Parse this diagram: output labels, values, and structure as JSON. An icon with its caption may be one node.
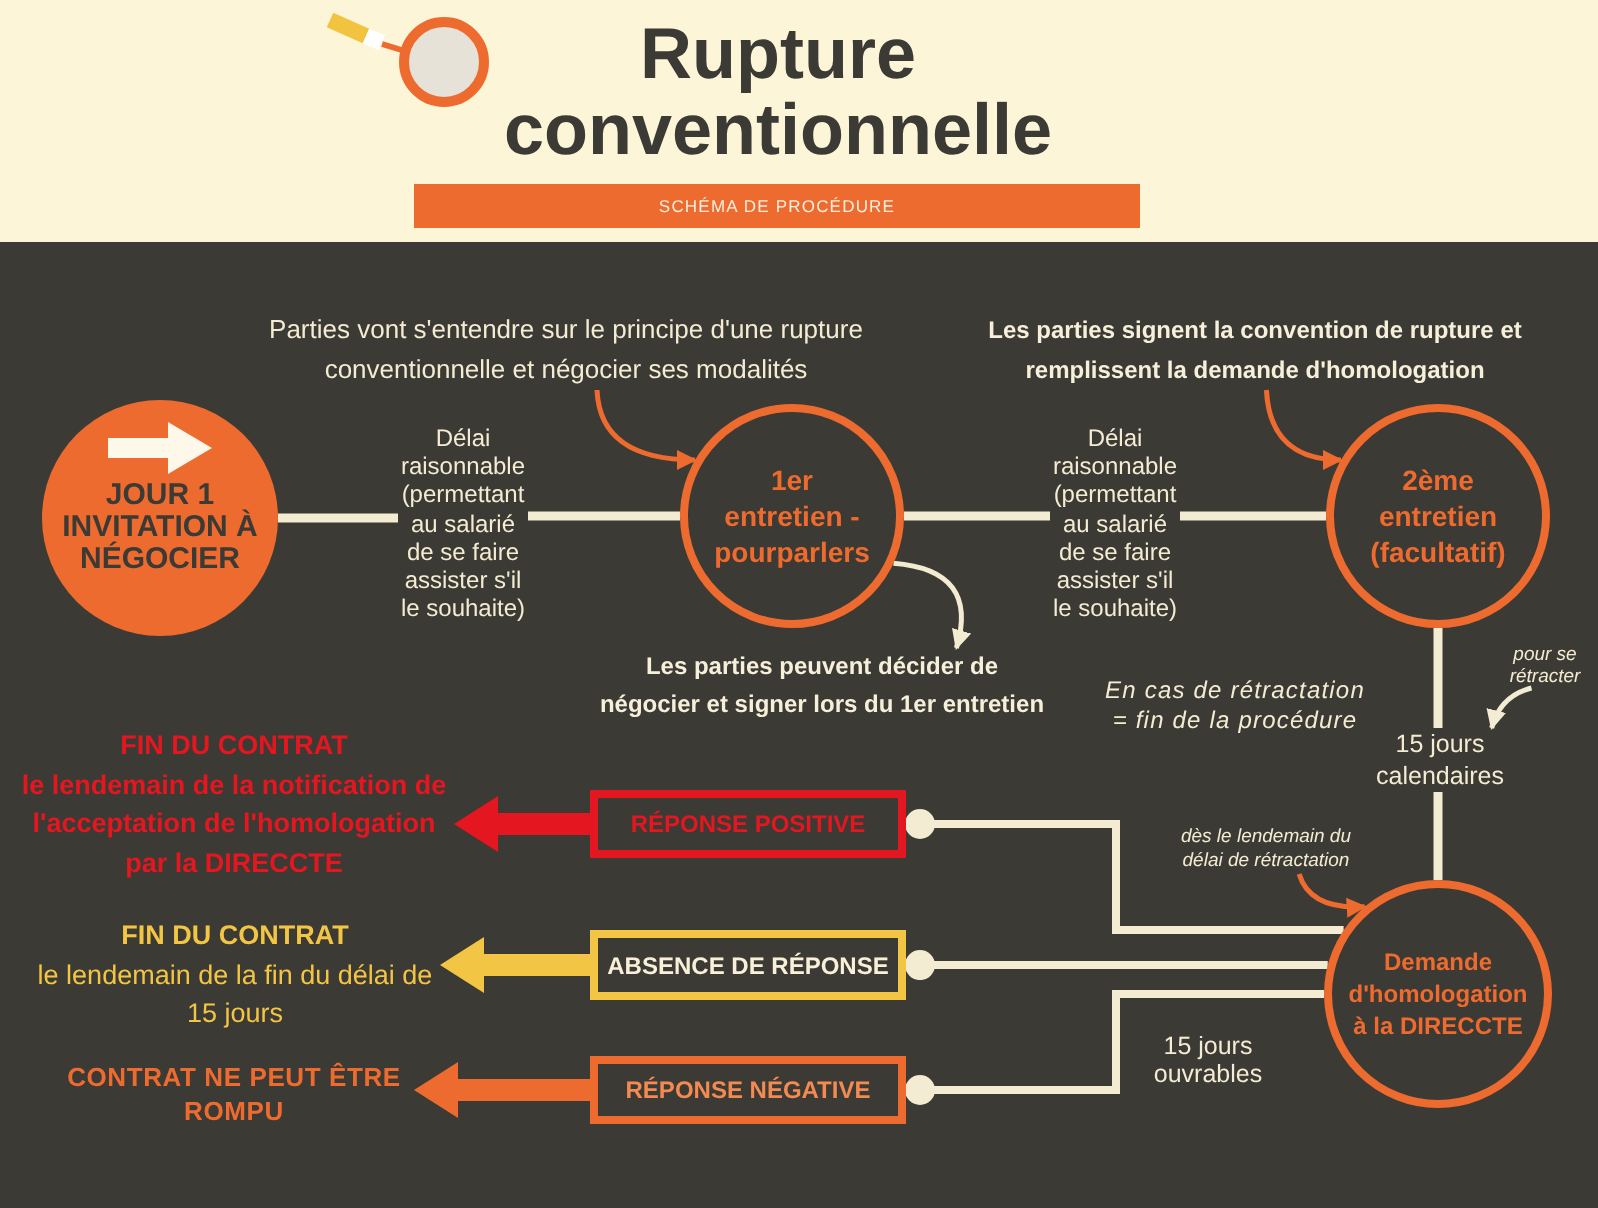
{
  "diagram": {
    "title": "Rupture conventionnelle",
    "nodes": [
      {
        "text": [
          "SCHÉMA DE PROCÉDURE"
        ]
      },
      {
        "text": [
          "Parties vont s'entendre sur le principe d'une rupture conventionnelle et négocier ses modalités"
        ]
      },
      {
        "text": [
          "Les parties signent la convention de rupture et remplissent la demande d'homologation"
        ]
      },
      {
        "text": [
          "JOUR 1",
          "INVITATION À NÉGOCIER"
        ]
      },
      {
        "text": [
          "Délai raisonnable (permettant au salarié de se faire assister s'il le souhaite)"
        ]
      },
      {
        "text": [
          "1er entretien - pourparlers"
        ]
      },
      {
        "text": [
          "Délai raisonnable (permettant au salarié de se faire assister s'il le souhaite)"
        ]
      },
      {
        "text": [
          "2ème entretien (facultatif)"
        ]
      },
      {
        "text": [
          "Les parties peuvent décider de négocier et signer lors du 1er entretien"
        ]
      },
      {
        "text": [
          "pour se rétracter"
        ]
      },
      {
        "text": [
          "15 jours calendaires"
        ]
      },
      {
        "text": [
          "dès le lendemain du délai de rétractation"
        ]
      },
      {
        "text": [
          "RÉPONSE POSITIVE"
        ]
      },
      {
        "text": [
          "ABSENCE DE RÉPONSE"
        ]
      },
      {
        "text": [
          "RÉPONSE NÉGATIVE"
        ]
      },
      {
        "text": [
          "Demande d'homologation à la DIRECCTE"
        ]
      },
      {
        "text": [
          "FIN DU CONTRAT",
          "le lendemain de la notification de l'acceptation de l'homologation par la DIRECCTE"
        ]
      },
      {
        "text": [
          "FIN DU CONTRAT",
          "le lendemain de la fin du délai de 15 jours"
        ]
      },
      {
        "text": [
          "CONTRAT NE PEUT ÊTRE ROMPU"
        ]
      }
    ],
    "edges": [
      {
        "from": 3,
        "to": 4,
        "arrow": "none"
      },
      {
        "from": 4,
        "to": 5,
        "arrow": "none"
      },
      {
        "from": 5,
        "to": 6,
        "arrow": "none"
      },
      {
        "from": 6,
        "to": 7,
        "arrow": "none"
      },
      {
        "from": 7,
        "to": 10,
        "arrow": "none"
      },
      {
        "from": 10,
        "to": 15,
        "arrow": "none"
      },
      {
        "from": 1,
        "to": 5,
        "arrow": "to",
        "color": "#ee6b2f"
      },
      {
        "from": 2,
        "to": 7,
        "arrow": "to",
        "color": "#ee6b2f"
      },
      {
        "from": 5,
        "to": 8,
        "arrow": "to"
      },
      {
        "from": 9,
        "to": 10,
        "arrow": "to"
      },
      {
        "from": 11,
        "to": 15,
        "arrow": "to",
        "color": "#ee6b2f"
      },
      {
        "from": 15,
        "to": 12,
        "arrow": "other"
      },
      {
        "from": 15,
        "to": 13,
        "arrow": "other"
      },
      {
        "from": 15,
        "to": 14,
        "arrow": "other"
      },
      {
        "from": 12,
        "to": 16,
        "arrow": "to",
        "style": "thick",
        "color": "#e4161f"
      },
      {
        "from": 13,
        "to": 17,
        "arrow": "to",
        "style": "thick",
        "color": "#f3c544"
      },
      {
        "from": 14,
        "to": 18,
        "arrow": "to",
        "style": "thick",
        "color": "#ee6b2f"
      }
    ],
    "labels": [
      "En cas de rétractation = fin de la procédure",
      "15 jours ouvrables"
    ]
  }
}
